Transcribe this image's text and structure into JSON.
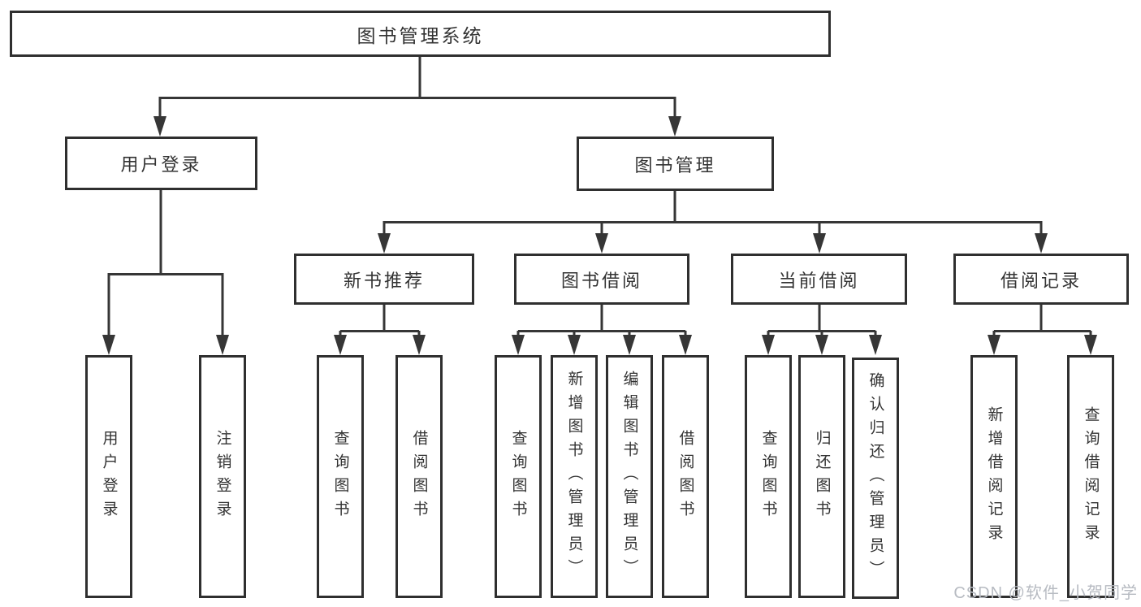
{
  "nodes": {
    "root": {
      "label": "图书管理系统"
    },
    "user_login": {
      "label": "用户登录"
    },
    "book_mgmt": {
      "label": "图书管理"
    },
    "new_book_rec": {
      "label": "新书推荐"
    },
    "book_borrow": {
      "label": "图书借阅"
    },
    "current_borrow": {
      "label": "当前借阅"
    },
    "borrow_record": {
      "label": "借阅记录"
    },
    "leaf_user_login": {
      "label": "用户登录"
    },
    "leaf_logout_login": {
      "label": "注销登录"
    },
    "leaf_query_book_a": {
      "label": "查询图书"
    },
    "leaf_borrow_book_a": {
      "label": "借阅图书"
    },
    "leaf_query_book_b": {
      "label": "查询图书"
    },
    "leaf_add_book_admin": {
      "label": "新增图书（管理员）"
    },
    "leaf_edit_book_admin": {
      "label": "编辑图书（管理员）"
    },
    "leaf_borrow_book_b": {
      "label": "借阅图书"
    },
    "leaf_query_book_c": {
      "label": "查询图书"
    },
    "leaf_return_book": {
      "label": "归还图书"
    },
    "leaf_confirm_return_admin": {
      "label": "确认归还（管理员）"
    },
    "leaf_add_borrow_record": {
      "label": "新增借阅记录"
    },
    "leaf_query_borrow_record": {
      "label": "查询借阅记录"
    }
  },
  "hierarchy": {
    "图书管理系统": {
      "用户登录": [
        "用户登录",
        "注销登录"
      ],
      "图书管理": {
        "新书推荐": [
          "查询图书",
          "借阅图书"
        ],
        "图书借阅": [
          "查询图书",
          "新增图书（管理员）",
          "编辑图书（管理员）",
          "借阅图书"
        ],
        "当前借阅": [
          "查询图书",
          "归还图书",
          "确认归还（管理员）"
        ],
        "借阅记录": [
          "新增借阅记录",
          "查询借阅记录"
        ]
      }
    }
  },
  "watermark": {
    "text": "CSDN @软件_小贺同学"
  },
  "colors": {
    "line": "#363636",
    "box_border": "#2f2f2f",
    "box_background": "#ffffff",
    "text": "#333333",
    "watermark": "#b7bbc2",
    "page_background": "#ffffff"
  }
}
